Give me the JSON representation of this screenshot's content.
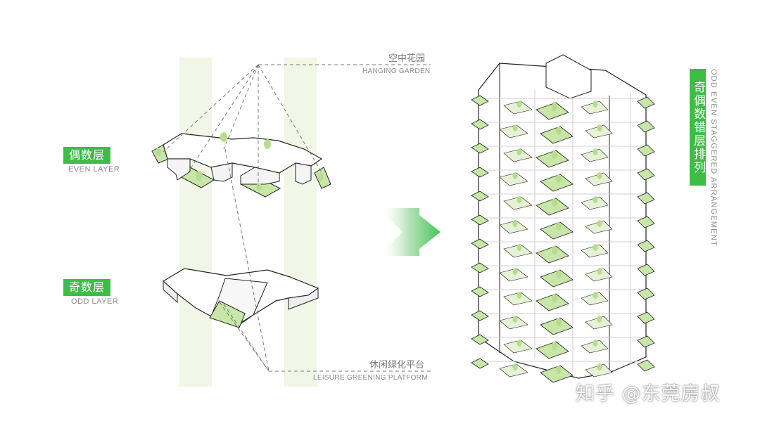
{
  "labels": {
    "even_cn": "偶数层",
    "even_en": "EVEN LAYER",
    "odd_cn": "奇数层",
    "odd_en": "ODD LAYER",
    "hanging_cn": "空中花园",
    "hanging_en": "HANGING GARDEN",
    "leisure_cn": "休闲绿化平台",
    "leisure_en": "LEISURE GREENING PLATFORM",
    "title_cn": "奇偶数错层排列",
    "title_en": "ODD EVEN STAGGERED ARRANGEMENT",
    "watermark": "知乎 @东莞房叔"
  },
  "colors": {
    "accent_green": "#3ebd45",
    "garden_green": "#c8e6a8",
    "tree_green": "#b7dc8e",
    "column_tint": "#f1f6e6",
    "line": "#222222"
  }
}
